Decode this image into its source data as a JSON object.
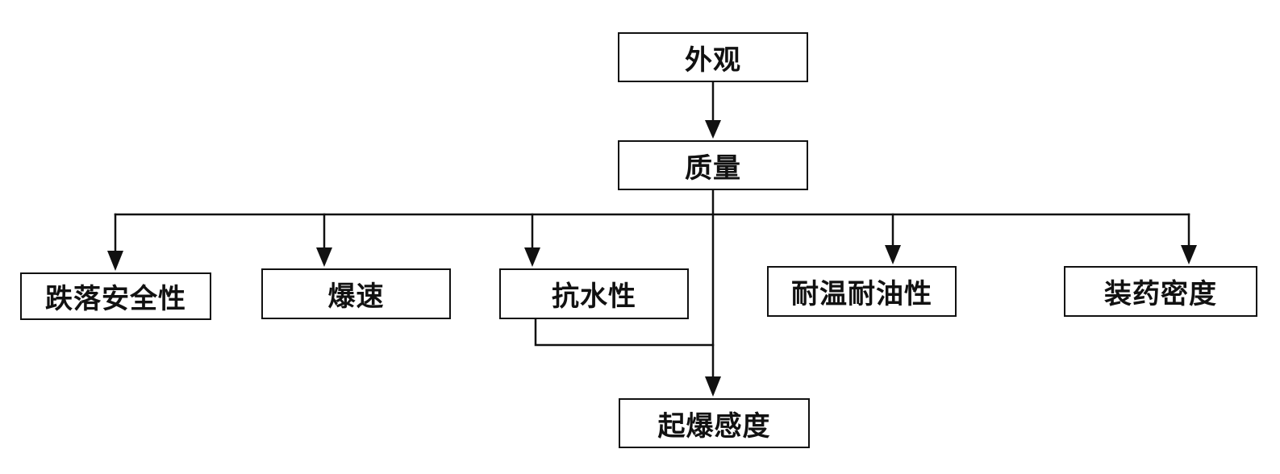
{
  "diagram": {
    "nodes": {
      "appearance": "外观",
      "quality": "质量",
      "drop_safety": "跌落安全性",
      "detonation_velocity": "爆速",
      "water_resistance": "抗水性",
      "temp_oil_resistance": "耐温耐油性",
      "charge_density": "装药密度",
      "initiation_sensitivity": "起爆感度"
    },
    "edges": [
      {
        "from": "appearance",
        "to": "quality"
      },
      {
        "from": "quality",
        "to": "drop_safety"
      },
      {
        "from": "quality",
        "to": "detonation_velocity"
      },
      {
        "from": "quality",
        "to": "water_resistance"
      },
      {
        "from": "quality",
        "to": "temp_oil_resistance"
      },
      {
        "from": "quality",
        "to": "charge_density"
      },
      {
        "from": "quality",
        "to": "initiation_sensitivity"
      },
      {
        "from": "water_resistance",
        "to": "initiation_sensitivity"
      }
    ],
    "line_color": "#111111"
  }
}
